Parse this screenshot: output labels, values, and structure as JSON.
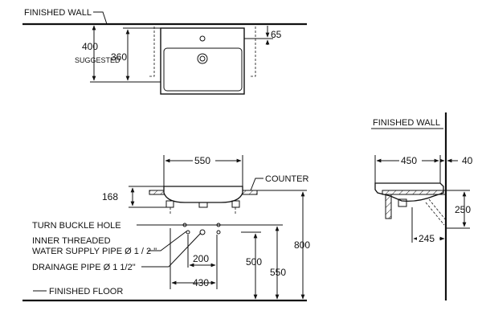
{
  "labels": {
    "finished_wall_top": "FINISHED WALL",
    "finished_wall_side": "FINISHED WALL",
    "counter": "COUNTER",
    "turn_buckle_hole": "TURN BUCKLE HOLE",
    "inner_threaded_1": "INNER THREADED",
    "inner_threaded_2": "WATER SUPPLY PIPE Ø 1 / 2 \"",
    "drainage_pipe": "DRAINAGE PIPE Ø 1 1/2\"",
    "finished_floor": "FINISHED FLOOR",
    "suggested": "SUGGESTED"
  },
  "dimensions": {
    "top_400": "400",
    "top_360": "360",
    "top_65": "65",
    "front_550": "550",
    "front_168": "168",
    "front_200": "200",
    "front_430": "430",
    "front_500": "500",
    "front_550_height": "550",
    "front_800": "800",
    "side_450": "450",
    "side_40": "40",
    "side_250": "250",
    "side_245": "245"
  }
}
